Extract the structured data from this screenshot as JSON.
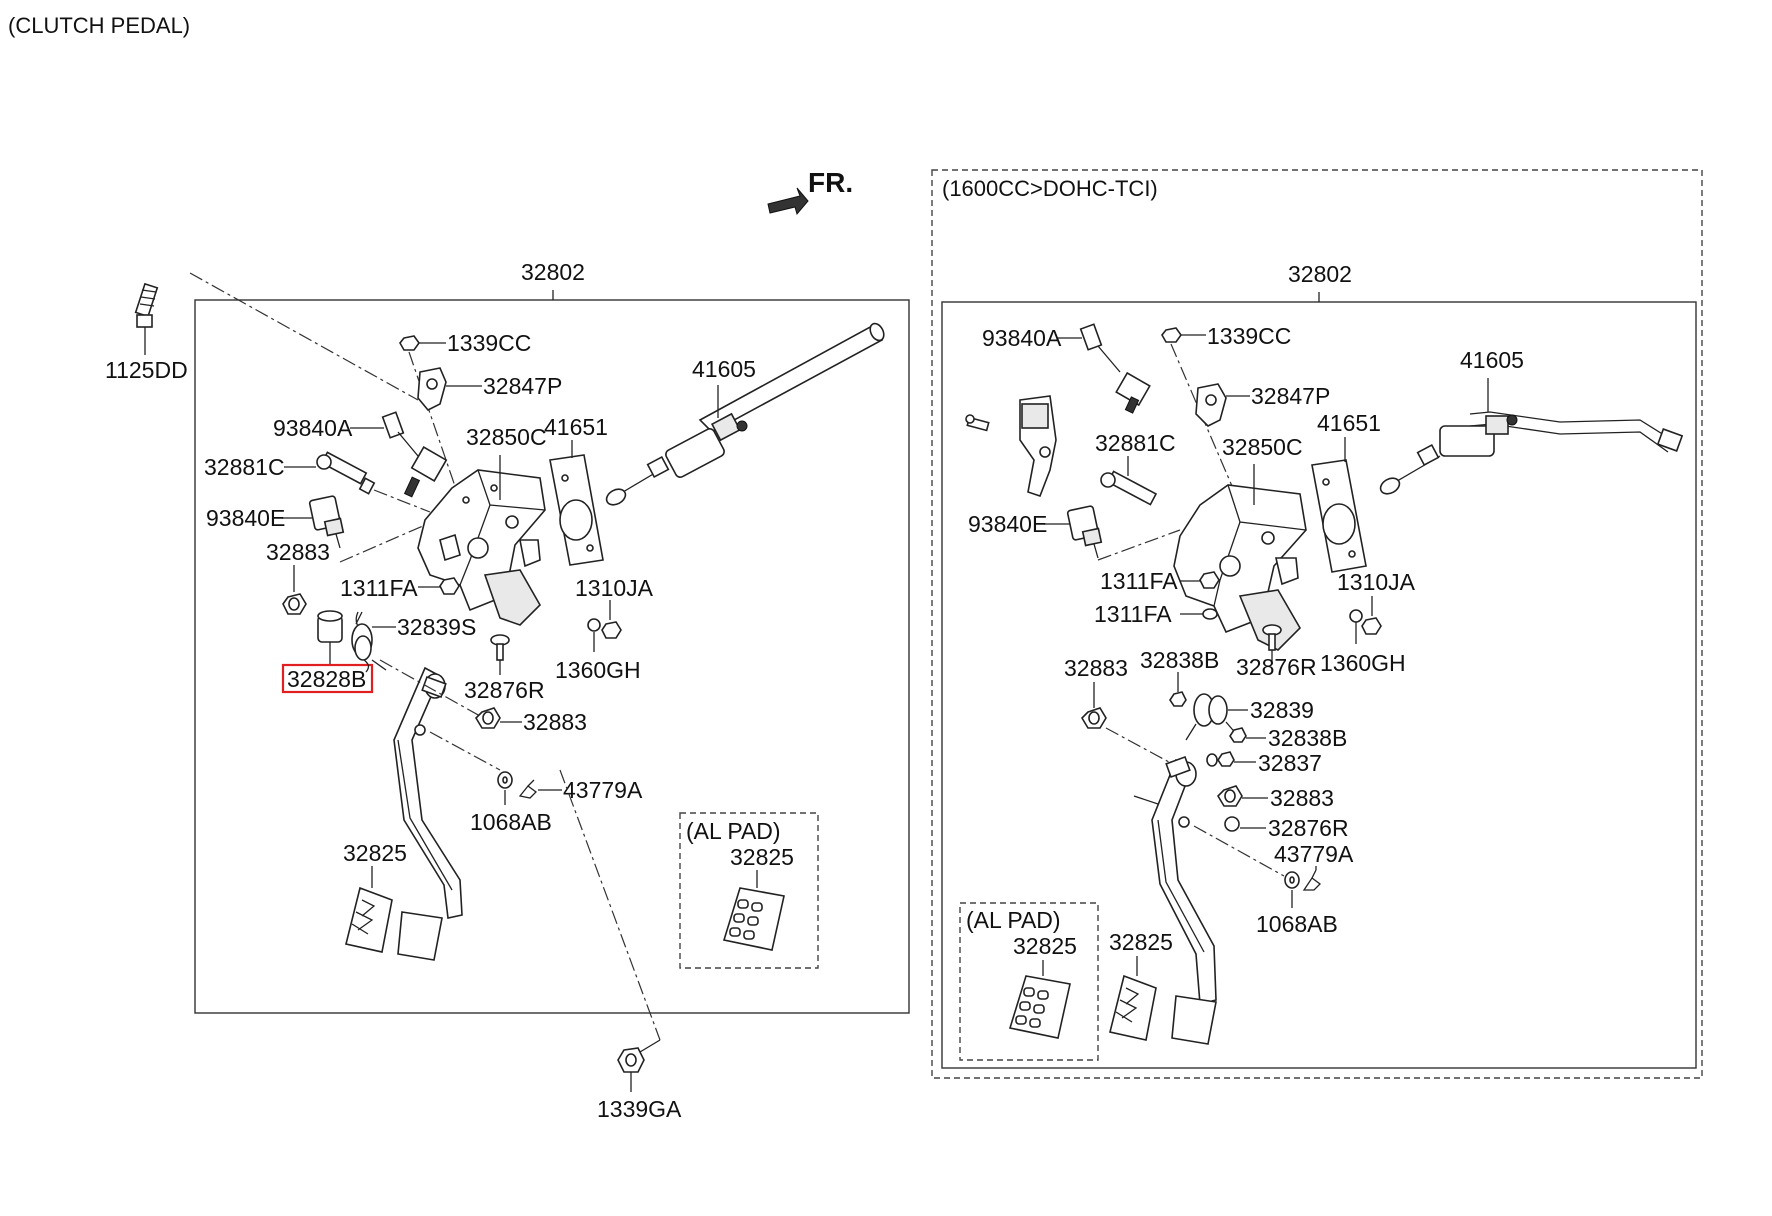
{
  "title": "(CLUTCH PEDAL)",
  "front_marker": "FR.",
  "left_panel": {
    "main_label": "32802",
    "al_pad_label": "(AL PAD)",
    "highlighted": "32828B",
    "callouts": {
      "bolt": "1125DD",
      "nut_top": "1339CC",
      "bracket_top": "32847P",
      "switch": "93840A",
      "stopper": "32881C",
      "switch_e": "93840E",
      "bracket_main": "32850C",
      "gasket": "41651",
      "master_cyl": "41605",
      "bushing_left": "32883",
      "nut_1311": "1311FA",
      "nut_1310": "1310JA",
      "spring": "32839S",
      "bushing_hl": "32828B",
      "nut_1360": "1360GH",
      "stopper_r": "32876R",
      "bushing_right": "32883",
      "clip": "43779A",
      "washer": "1068AB",
      "pad": "32825",
      "pad_al": "32825",
      "nut_bottom": "1339GA"
    }
  },
  "right_panel": {
    "variant_label": "(1600CC>DOHC-TCI)",
    "main_label": "32802",
    "al_pad_label": "(AL PAD)",
    "callouts": {
      "switch_a": "93840A",
      "nut_top": "1339CC",
      "master_cyl": "41605",
      "bracket_top": "32847P",
      "stopper": "32881C",
      "bracket_main": "32850C",
      "gasket": "41651",
      "switch_e": "93840E",
      "nut_1311_a": "1311FA",
      "nut_1310": "1310JA",
      "nut_1311_b": "1311FA",
      "nut_1360": "1360GH",
      "stopper_r": "32876R",
      "bushing_a": "32883",
      "pin_a": "32838B",
      "spring": "32839",
      "pin_b": "32838B",
      "pin_c": "32837",
      "bushing_b": "32883",
      "stopper_r2": "32876R",
      "clip": "43779A",
      "washer": "1068AB",
      "pad": "32825",
      "pad_al": "32825"
    }
  }
}
